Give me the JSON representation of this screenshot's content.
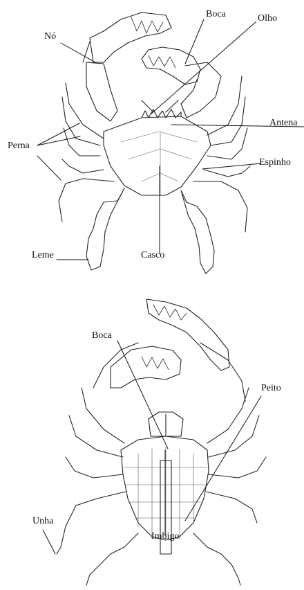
{
  "top_figure": {
    "labels": {
      "no": "Nó",
      "boca": "Boca",
      "olho": "Olho",
      "antena": "Antena",
      "perna": "Perna",
      "espinho": "Espinho",
      "leme": "Leme",
      "casco": "Casco"
    }
  },
  "bottom_figure": {
    "labels": {
      "boca": "Boca",
      "peito": "Peito",
      "unha": "Unha",
      "imbigo": "Imbigo"
    }
  }
}
